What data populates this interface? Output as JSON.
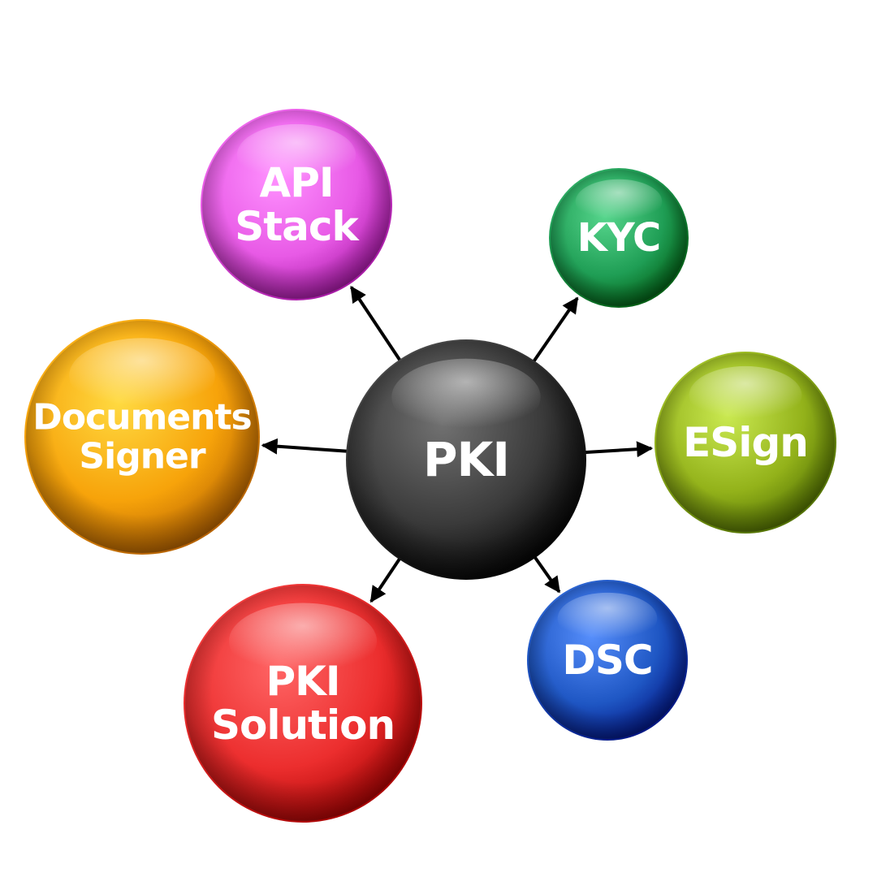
{
  "diagram": {
    "hub": {
      "id": "pki",
      "lines": [
        "PKI"
      ],
      "color": "#3a3a3a"
    },
    "nodes": [
      {
        "id": "api-stack",
        "lines": [
          "API",
          "Stack"
        ],
        "color": "#e85ae6"
      },
      {
        "id": "kyc",
        "lines": [
          "KYC"
        ],
        "color": "#1f9e55"
      },
      {
        "id": "esign",
        "lines": [
          "ESign"
        ],
        "color": "#93b21a"
      },
      {
        "id": "dsc",
        "lines": [
          "DSC"
        ],
        "color": "#1f57c4"
      },
      {
        "id": "pki-solution",
        "lines": [
          "PKI",
          "Solution"
        ],
        "color": "#ec2e2e"
      },
      {
        "id": "documents-signer",
        "lines": [
          "Documents",
          "Signer"
        ],
        "color": "#f7a30a"
      }
    ],
    "edges": [
      {
        "from": "pki",
        "to": "api-stack"
      },
      {
        "from": "pki",
        "to": "kyc"
      },
      {
        "from": "pki",
        "to": "esign"
      },
      {
        "from": "pki",
        "to": "dsc"
      },
      {
        "from": "pki",
        "to": "pki-solution"
      },
      {
        "from": "pki",
        "to": "documents-signer"
      }
    ]
  }
}
